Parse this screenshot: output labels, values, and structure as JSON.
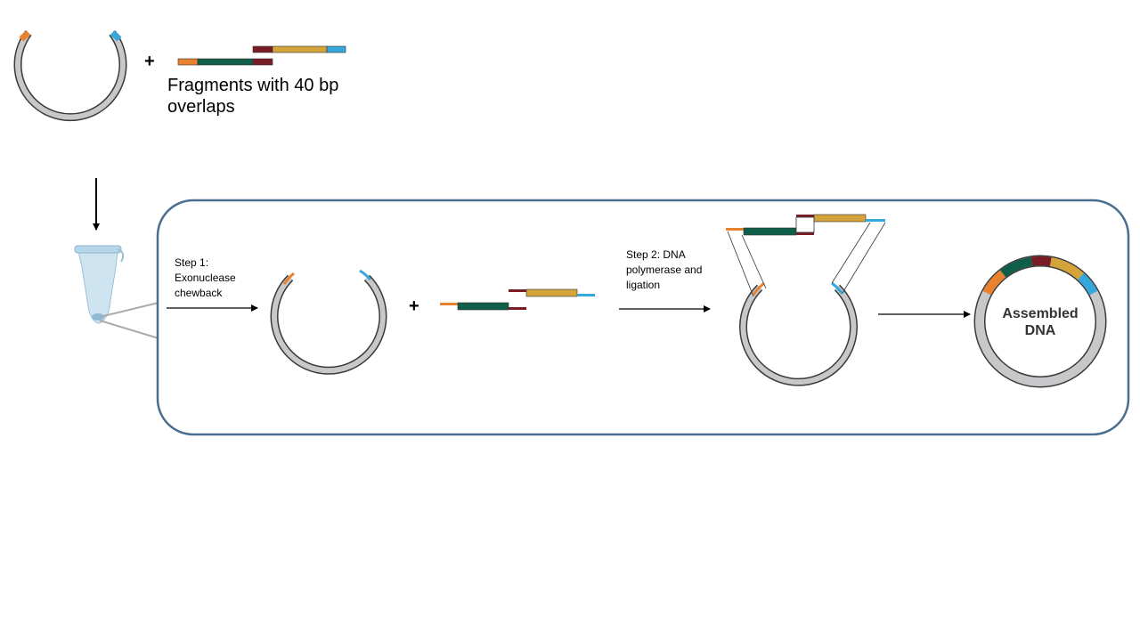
{
  "labels": {
    "fragments": "Fragments with 40 bp overlaps",
    "step1": "Step 1: Exonuclease chewback",
    "step2": "Step 2: DNA polymerase and ligation",
    "plus": "+",
    "assembled": "Assembled DNA"
  },
  "colors": {
    "backbone": "#c8c8ca",
    "backbone_outline": "#3a3a3a",
    "orange": "#e8822e",
    "blue": "#34a7dc",
    "green": "#0f5e4a",
    "maroon": "#7a1c26",
    "gold": "#d4a33a",
    "panel_border": "#4a6e8f",
    "tube": "#cfe4f1"
  },
  "icons": {
    "tube": "microcentrifuge-tube-icon"
  }
}
